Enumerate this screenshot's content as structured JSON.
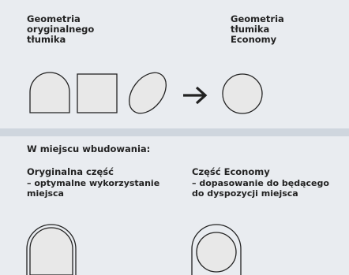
{
  "top": {
    "left_title": "Geometria\noryginalnego\ntłumika",
    "right_title": "Geometria\ntłumika\nEconomy",
    "arrow_icon": "right-arrow-icon"
  },
  "bottom": {
    "heading": "W miejscu wbudowania:",
    "left_title": "Oryginalna część",
    "left_desc": "– optymalne wykorzystanie\n   miejsca",
    "right_title": "Część Economy",
    "right_desc": "– dopasowanie do będącego\n   do dyspozycji miejsca"
  },
  "colors": {
    "background": "#e9ecf0",
    "divider": "#cfd6de",
    "shape_fill": "#e8e8e8",
    "stroke": "#222222"
  }
}
